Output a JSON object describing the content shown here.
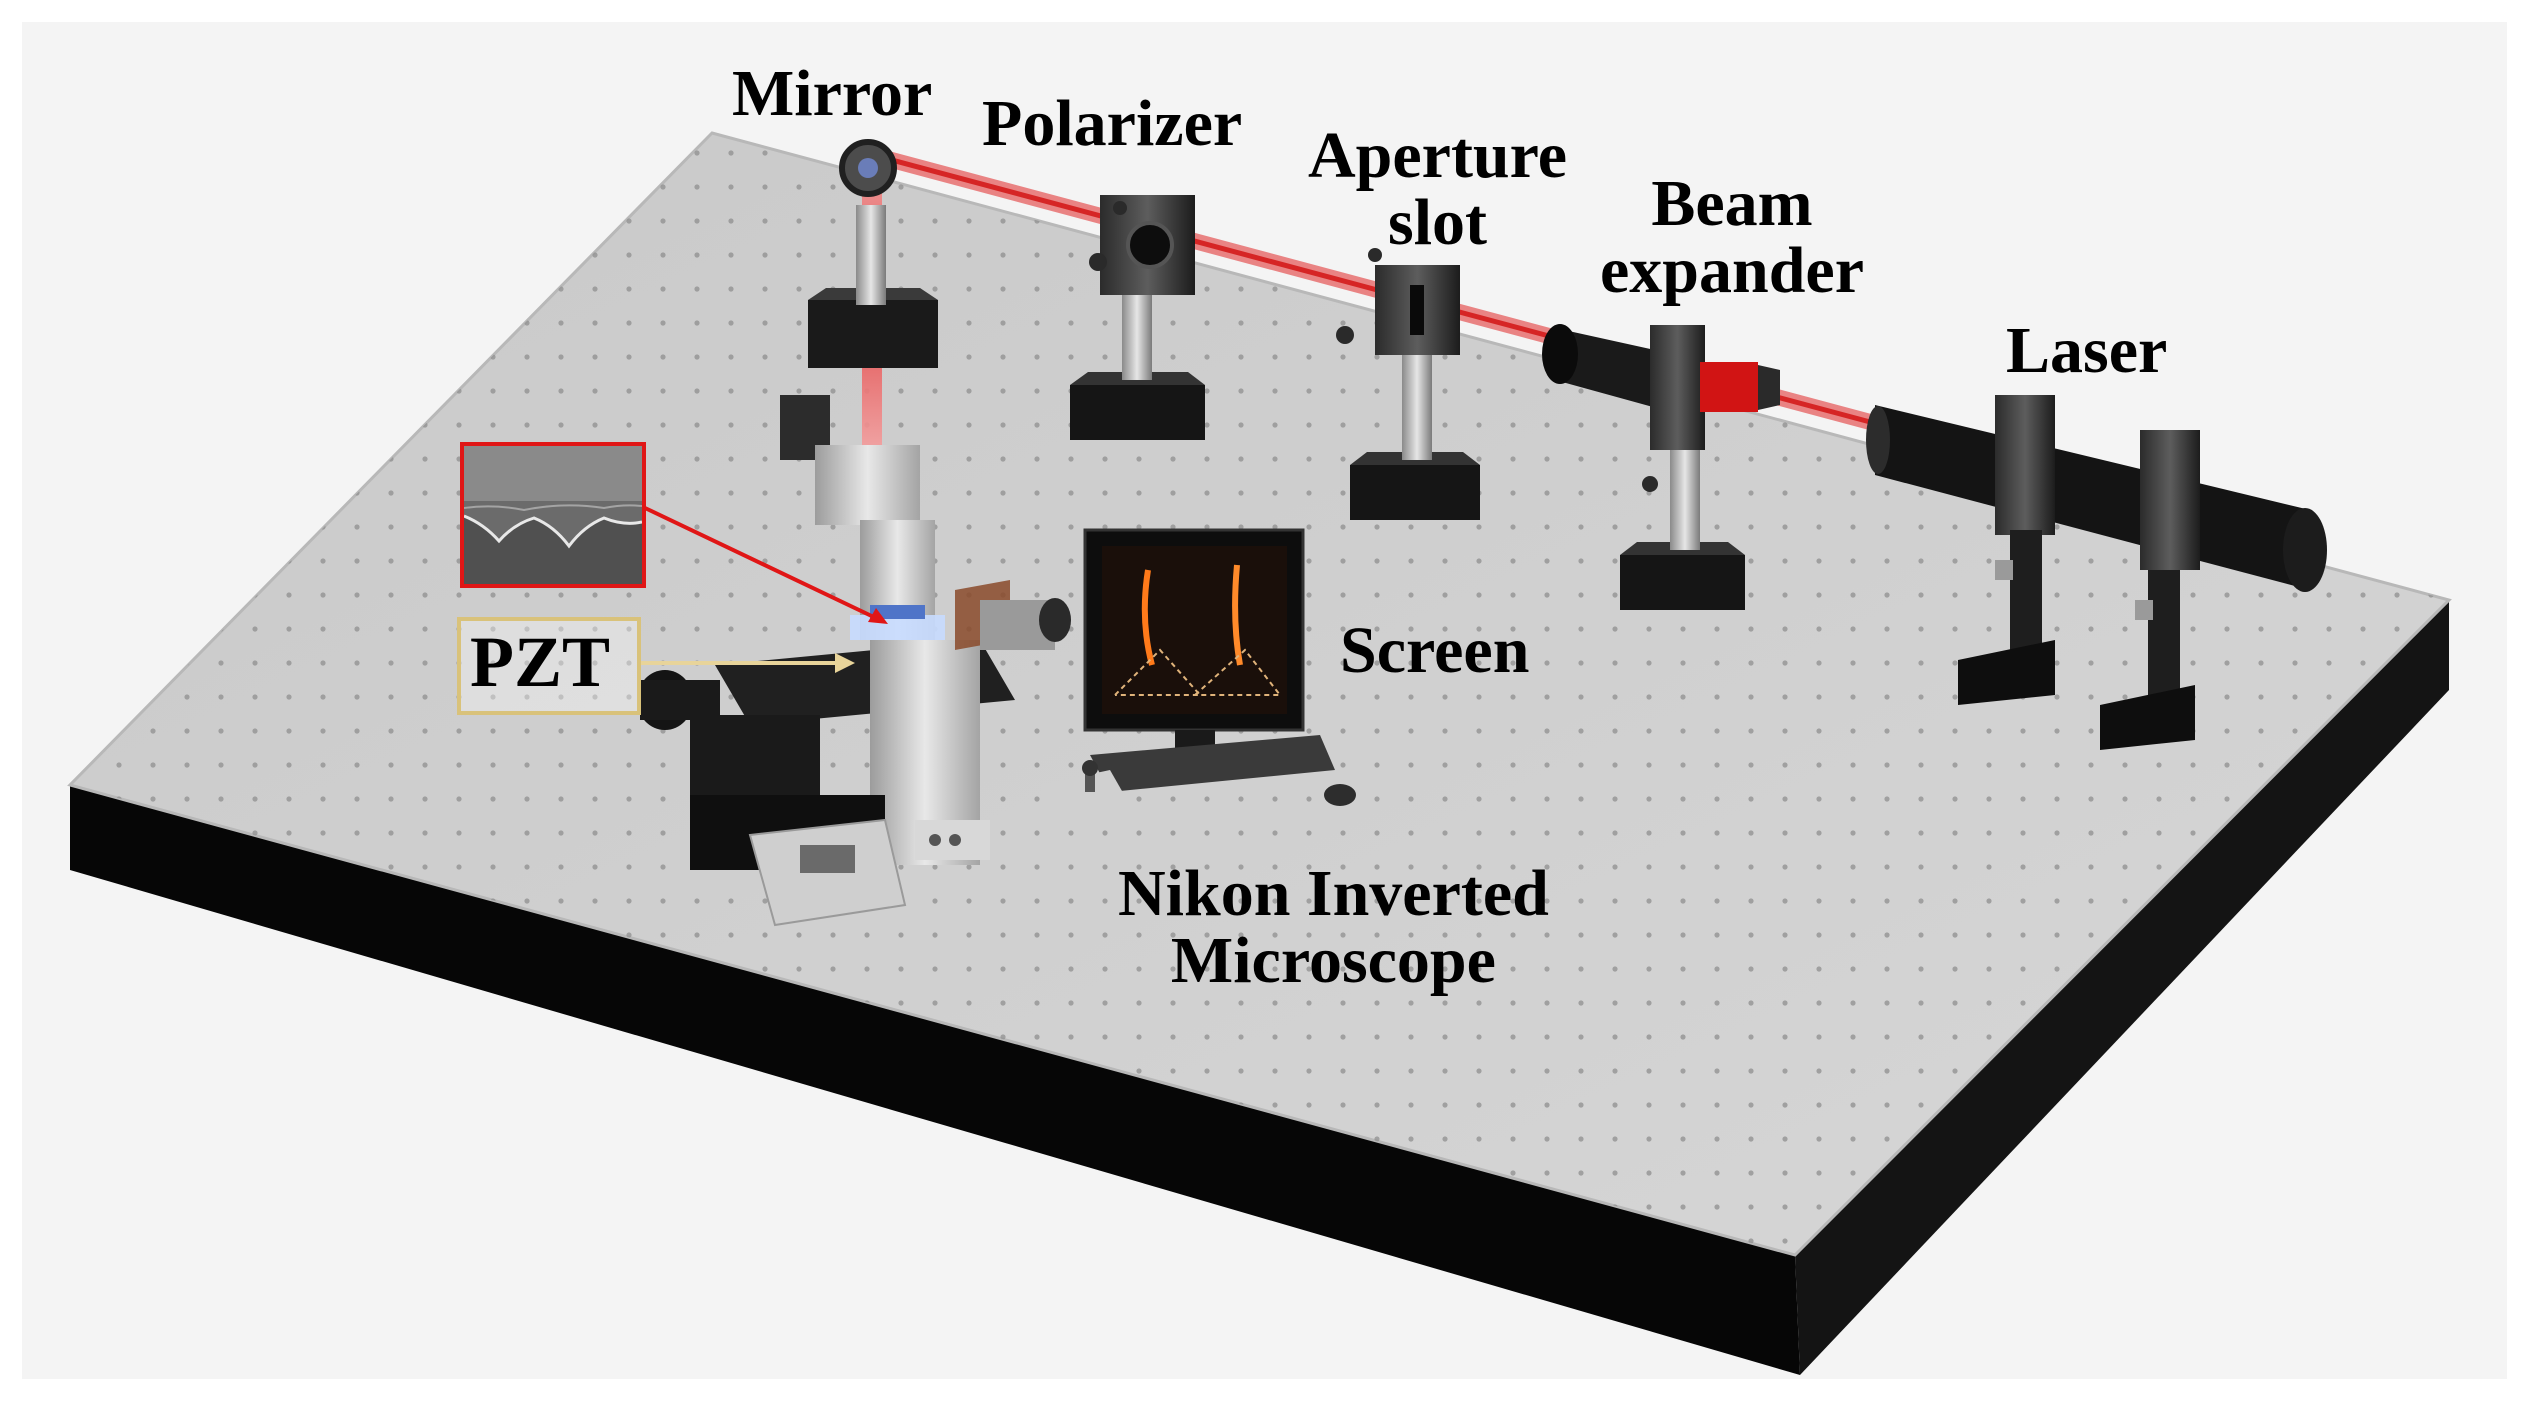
{
  "labels": {
    "mirror": "Mirror",
    "polarizer": "Polarizer",
    "aperture_slot": [
      "Aperture",
      "slot"
    ],
    "beam_expander": [
      "Beam",
      "expander"
    ],
    "laser": "Laser",
    "screen": "Screen",
    "pzt": "PZT",
    "microscope": [
      "Nikon Inverted",
      "Microscope"
    ]
  },
  "colors": {
    "beam": "#e23b3b",
    "inset_border": "#e01616",
    "pzt_border": "#d9c27a",
    "table_top": "#cfcfcf",
    "table_base": "#050505"
  }
}
